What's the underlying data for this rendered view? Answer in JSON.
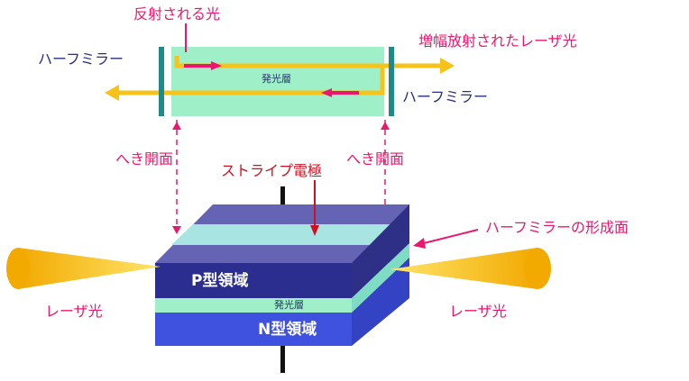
{
  "labels": {
    "reflected_light": "反射される光",
    "amplified_laser": "増幅放射されたレーザ光",
    "half_mirror_left": "ハーフミラー",
    "half_mirror_right": "ハーフミラー",
    "emission_layer_top": "発光層",
    "cleaved_face_left": "へき開面",
    "cleaved_face_right": "へき開面",
    "stripe_electrode": "ストライプ電極",
    "half_mirror_face": "ハーフミラーの形成面",
    "p_region": "P型領域",
    "emission_layer_block": "発光層",
    "n_region": "N型領域",
    "laser_light_left": "レーザ光",
    "laser_light_right": "レーザ光"
  },
  "colors": {
    "navy_text": "#2a2f7e",
    "accent_pink": "#e8186e",
    "electrode_red": "#cc1122",
    "laser_yellow": "#f7c31a",
    "mirror_teal": "#1f8a87",
    "emission_green": "#9ff0c8",
    "p_region_blue": "#2b2d8f",
    "n_region_blue": "#3f51df"
  }
}
